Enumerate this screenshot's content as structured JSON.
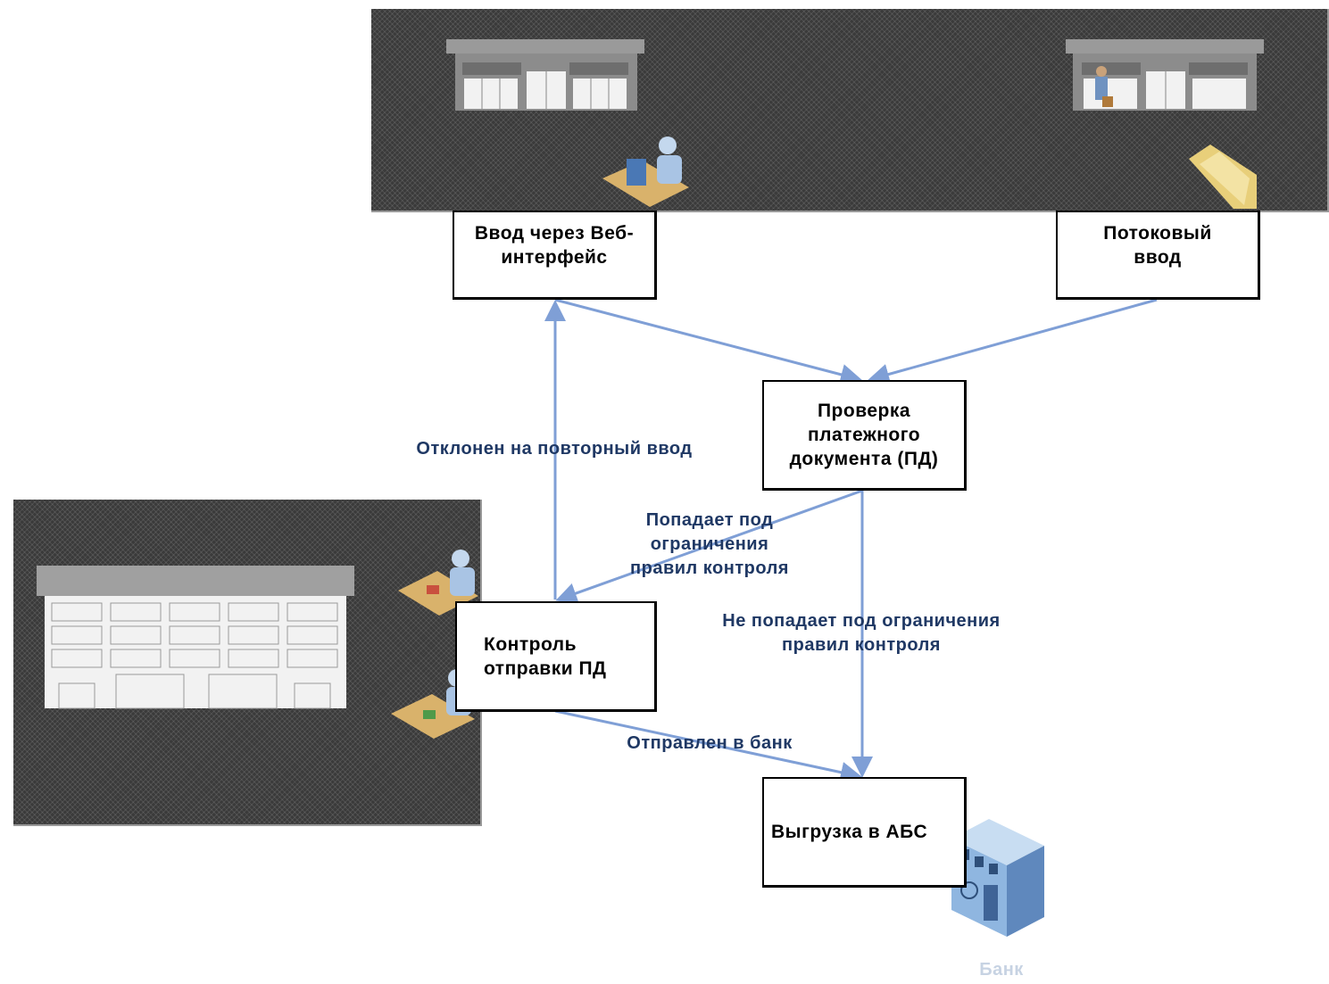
{
  "diagram": {
    "title_faint": "",
    "boxes": {
      "web_input": "Ввод через Веб-\nинтерфейс",
      "stream_input": "Потоковый\nввод",
      "check": "Проверка\nплатежного\nдокумента (ПД)",
      "control": "Контроль\nотправки ПД",
      "export": "Выгрузка в АБС"
    },
    "labels": {
      "rejected": "Отклонен на повторный ввод",
      "restricted": "Попадает под\nограничения\nправил контроля",
      "not_restricted": "Не попадает под ограничения\nправил контроля",
      "sent": "Отправлен в банк",
      "bank": "Банк"
    },
    "colors": {
      "arrow": "#7f9fd6",
      "label_text": "#1f3864",
      "panel": "#3a3a3a"
    },
    "icons": [
      "store-icon",
      "clerk-at-desk-icon",
      "folder-icon",
      "office-building-icon",
      "bank-building-icon"
    ]
  }
}
